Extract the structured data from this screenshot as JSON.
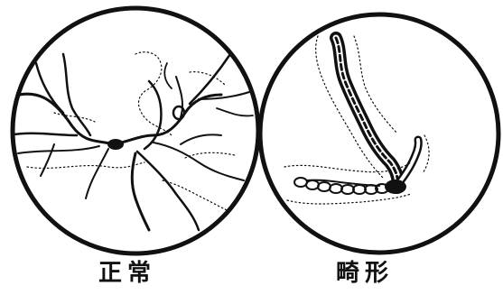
{
  "panels": [
    {
      "id": "normal",
      "label": "正常"
    },
    {
      "id": "abnormal",
      "label": "畸形"
    }
  ],
  "colors": {
    "ink": "#111111",
    "background": "#ffffff"
  }
}
